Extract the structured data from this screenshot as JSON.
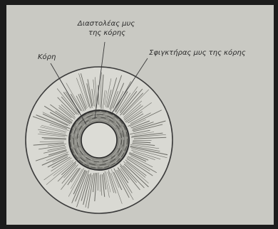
{
  "diagram": {
    "labels": {
      "dilator": "Διαστολέας μυς της κόρης",
      "dilator_line1": "Διαστολέας μυς",
      "dilator_line2": "της κόρης",
      "pupil": "Κόρη",
      "sphincter": "Σφιγκτήρας μυς της κόρης"
    }
  }
}
